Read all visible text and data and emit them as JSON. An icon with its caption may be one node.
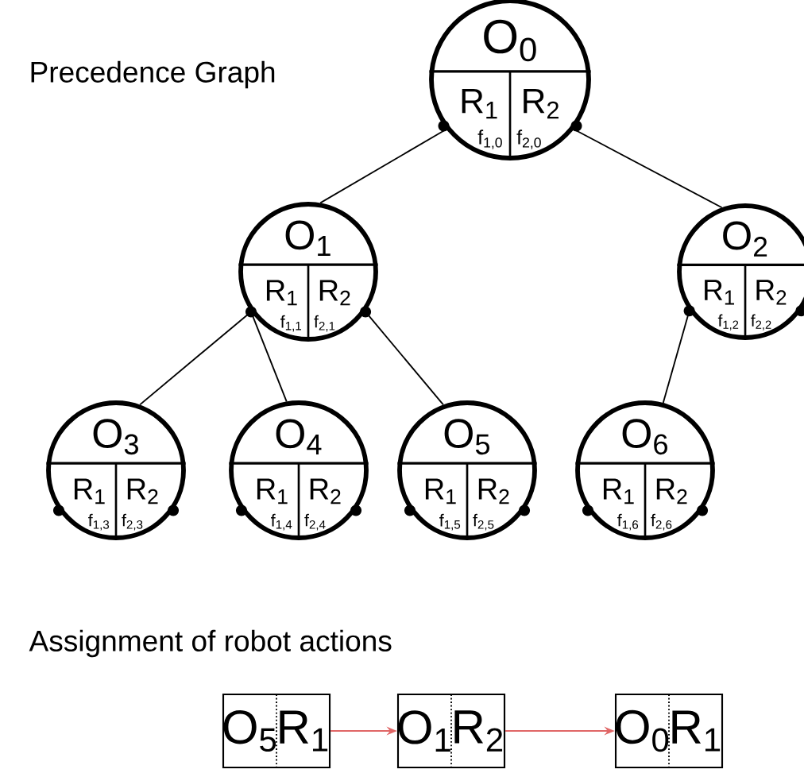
{
  "diagram": {
    "nodes": [
      {
        "text": [
          "O$_{0}$",
          "R$_{1}$",
          "R$_{2}$",
          "f$_{1,0}$",
          "f$_{2,0}$"
        ]
      },
      {
        "text": [
          "O$_{1}$",
          "R$_{1}$",
          "R$_{2}$",
          "f$_{1,1}$",
          "f$_{2,1}$"
        ]
      },
      {
        "text": [
          "O$_{2}$",
          "R$_{1}$",
          "R$_{2}$",
          "f$_{1,2}$",
          "f$_{2,2}$"
        ]
      },
      {
        "text": [
          "O$_{3}$",
          "R$_{1}$",
          "R$_{2}$",
          "f$_{1,3}$",
          "f$_{2,3}$"
        ]
      },
      {
        "text": [
          "O$_{4}$",
          "R$_{1}$",
          "R$_{2}$",
          "f$_{1,4}$",
          "f$_{2,4}$"
        ]
      },
      {
        "text": [
          "O$_{5}$",
          "R$_{1}$",
          "R$_{2}$",
          "f$_{1,5}$",
          "f$_{2,5}$"
        ]
      },
      {
        "text": [
          "O$_{6}$",
          "R$_{1}$",
          "R$_{2}$",
          "f$_{1,6}$",
          "f$_{2,6}$"
        ]
      },
      {
        "text": [
          "O$_{5}$",
          "R$_{1}$"
        ]
      },
      {
        "text": [
          "O$_{1}$",
          "R$_{2}$"
        ]
      },
      {
        "text": [
          "O$_{0}$",
          "R$_{1}$"
        ]
      }
    ],
    "edges": [
      {
        "from": 0,
        "to": 1,
        "arrow": "none"
      },
      {
        "from": 0,
        "to": 2,
        "arrow": "none"
      },
      {
        "from": 1,
        "to": 3,
        "arrow": "none"
      },
      {
        "from": 1,
        "to": 4,
        "arrow": "none"
      },
      {
        "from": 1,
        "to": 5,
        "arrow": "none"
      },
      {
        "from": 2,
        "to": 6,
        "arrow": "none"
      },
      {
        "from": 7,
        "to": 8,
        "arrow": "to",
        "color": "#e06666"
      },
      {
        "from": 8,
        "to": 9,
        "arrow": "to",
        "color": "#e06666"
      }
    ],
    "labels": [
      "Precedence Graph",
      "Assignment of robot actions"
    ]
  }
}
